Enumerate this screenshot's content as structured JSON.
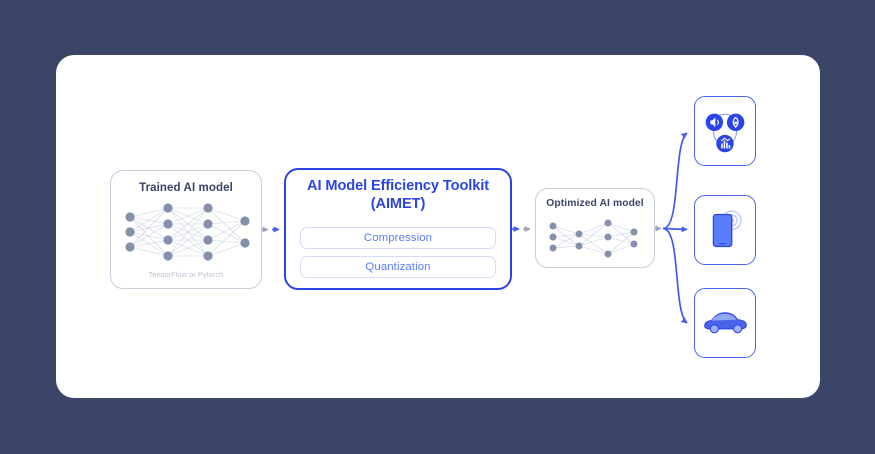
{
  "background_color": "#3a4568",
  "card": {
    "background_color": "#ffffff"
  },
  "colors": {
    "brand_blue": "#2b44e8",
    "chip_blue": "#5b7cfa",
    "chip_border": "#d5dcfb",
    "navy_text": "#3a4568",
    "muted_text": "#b9c0d0",
    "box_border": "#c6cddd",
    "device_border": "#4a63ea",
    "node_fill": "#8490ad",
    "edge_color": "#c9cfdd",
    "arrow_blue": "#3f5bf0"
  },
  "trained_model": {
    "title": "Trained AI model",
    "caption": "TensorFlow or Pytorch",
    "network": {
      "layer_sizes": [
        3,
        4,
        4,
        2
      ]
    }
  },
  "aimet": {
    "title_line1": "AI Model Efficiency Toolkit",
    "title_line2": "(AIMET)",
    "features": [
      {
        "label": "Compression"
      },
      {
        "label": "Quantization"
      }
    ]
  },
  "optimized_model": {
    "title": "Optimized AI model",
    "network": {
      "layer_sizes": [
        3,
        2,
        3,
        2
      ]
    }
  },
  "targets": [
    {
      "name": "sensors-iot",
      "icons": [
        "speaker-icon",
        "camera-icon",
        "waveform-icon"
      ]
    },
    {
      "name": "mobile-phone",
      "icons": [
        "smartphone-icon",
        "wireless-signal-icon"
      ]
    },
    {
      "name": "automotive",
      "icons": [
        "car-icon"
      ]
    }
  ],
  "flow": {
    "arrows": [
      {
        "from": "trained-model",
        "to": "aimet"
      },
      {
        "from": "aimet",
        "to": "optimized-model"
      },
      {
        "from": "optimized-model",
        "to": "sensors-iot"
      },
      {
        "from": "optimized-model",
        "to": "mobile-phone"
      },
      {
        "from": "optimized-model",
        "to": "automotive"
      }
    ]
  }
}
